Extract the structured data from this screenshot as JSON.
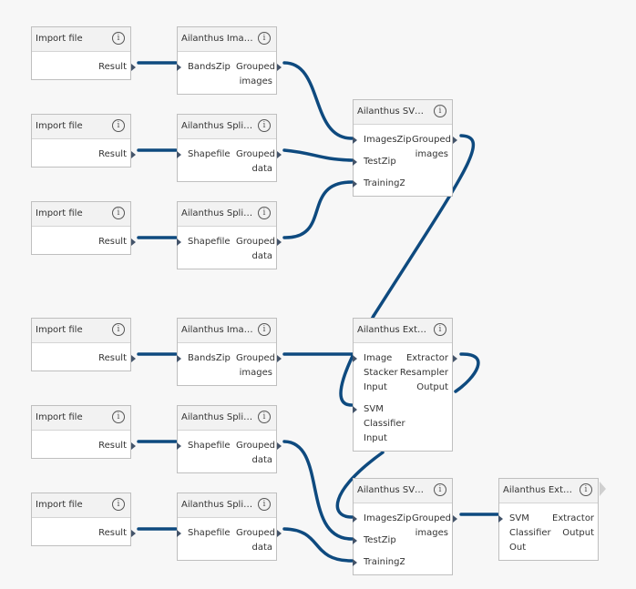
{
  "wire_color": "#0e4a7f",
  "nodes": [
    {
      "id": "import-1",
      "title": "Import file",
      "inputs": [],
      "outputs": [
        "Result"
      ]
    },
    {
      "id": "image-1",
      "title": "Ailanthus Image...",
      "inputs": [
        "BandsZip"
      ],
      "outputs": [
        "Grouped images"
      ]
    },
    {
      "id": "import-2",
      "title": "Import file",
      "inputs": [],
      "outputs": [
        "Result"
      ]
    },
    {
      "id": "splitter-1",
      "title": "Ailanthus Splitter",
      "inputs": [
        "Shapefile"
      ],
      "outputs": [
        "Grouped data"
      ]
    },
    {
      "id": "import-3",
      "title": "Import file",
      "inputs": [],
      "outputs": [
        "Result"
      ]
    },
    {
      "id": "splitter-2",
      "title": "Ailanthus Splitter",
      "inputs": [
        "Shapefile"
      ],
      "outputs": [
        "Grouped data"
      ]
    },
    {
      "id": "svm-1",
      "title": "Ailanthus SVM ...",
      "inputs": [
        "ImagesZip",
        "TestZip",
        "TrainingZip"
      ],
      "outputs": [
        "Grouped images"
      ]
    },
    {
      "id": "import-4",
      "title": "Import file",
      "inputs": [],
      "outputs": [
        "Result"
      ]
    },
    {
      "id": "image-2",
      "title": "Ailanthus Image...",
      "inputs": [
        "BandsZip"
      ],
      "outputs": [
        "Grouped images"
      ]
    },
    {
      "id": "extractor-1",
      "title": "Ailanthus Extrac...",
      "inputs": [
        "Image Stacker Input",
        "SVM Classifier Input"
      ],
      "outputs": [
        "Extractor Resampler Output"
      ]
    },
    {
      "id": "import-5",
      "title": "Import file",
      "inputs": [],
      "outputs": [
        "Result"
      ]
    },
    {
      "id": "splitter-3",
      "title": "Ailanthus Splitter",
      "inputs": [
        "Shapefile"
      ],
      "outputs": [
        "Grouped data"
      ]
    },
    {
      "id": "import-6",
      "title": "Import file",
      "inputs": [],
      "outputs": [
        "Result"
      ]
    },
    {
      "id": "splitter-4",
      "title": "Ailanthus Splitter",
      "inputs": [
        "Shapefile"
      ],
      "outputs": [
        "Grouped data"
      ]
    },
    {
      "id": "svm-2",
      "title": "Ailanthus SVM ...",
      "inputs": [
        "ImagesZip",
        "TestZip",
        "TrainingZip"
      ],
      "outputs": [
        "Grouped images"
      ]
    },
    {
      "id": "extractor-2",
      "title": "Ailanthus Extrac...",
      "inputs": [
        "SVM Classifier Out"
      ],
      "outputs": [
        "Extractor Output"
      ]
    }
  ],
  "edges": [
    {
      "from": "import-1",
      "out": 0,
      "to": "image-1",
      "in": 0
    },
    {
      "from": "import-2",
      "out": 0,
      "to": "splitter-1",
      "in": 0
    },
    {
      "from": "import-3",
      "out": 0,
      "to": "splitter-2",
      "in": 0
    },
    {
      "from": "image-1",
      "out": 0,
      "to": "svm-1",
      "in": 0
    },
    {
      "from": "splitter-1",
      "out": 0,
      "to": "svm-1",
      "in": 1
    },
    {
      "from": "splitter-2",
      "out": 0,
      "to": "svm-1",
      "in": 2
    },
    {
      "from": "svm-1",
      "out": 0,
      "to": "extractor-1",
      "in": 1
    },
    {
      "from": "import-4",
      "out": 0,
      "to": "image-2",
      "in": 0
    },
    {
      "from": "image-2",
      "out": 0,
      "to": "extractor-1",
      "in": 0
    },
    {
      "from": "extractor-1",
      "out": 0,
      "to": "extractor-1",
      "in": 1
    },
    {
      "from": "import-5",
      "out": 0,
      "to": "splitter-3",
      "in": 0
    },
    {
      "from": "import-6",
      "out": 0,
      "to": "splitter-4",
      "in": 0
    },
    {
      "from": "extractor-1",
      "out": 0,
      "to": "svm-2",
      "in": 0
    },
    {
      "from": "splitter-3",
      "out": 0,
      "to": "svm-2",
      "in": 1
    },
    {
      "from": "splitter-4",
      "out": 0,
      "to": "svm-2",
      "in": 2
    },
    {
      "from": "svm-2",
      "out": 0,
      "to": "extractor-2",
      "in": 0
    }
  ]
}
